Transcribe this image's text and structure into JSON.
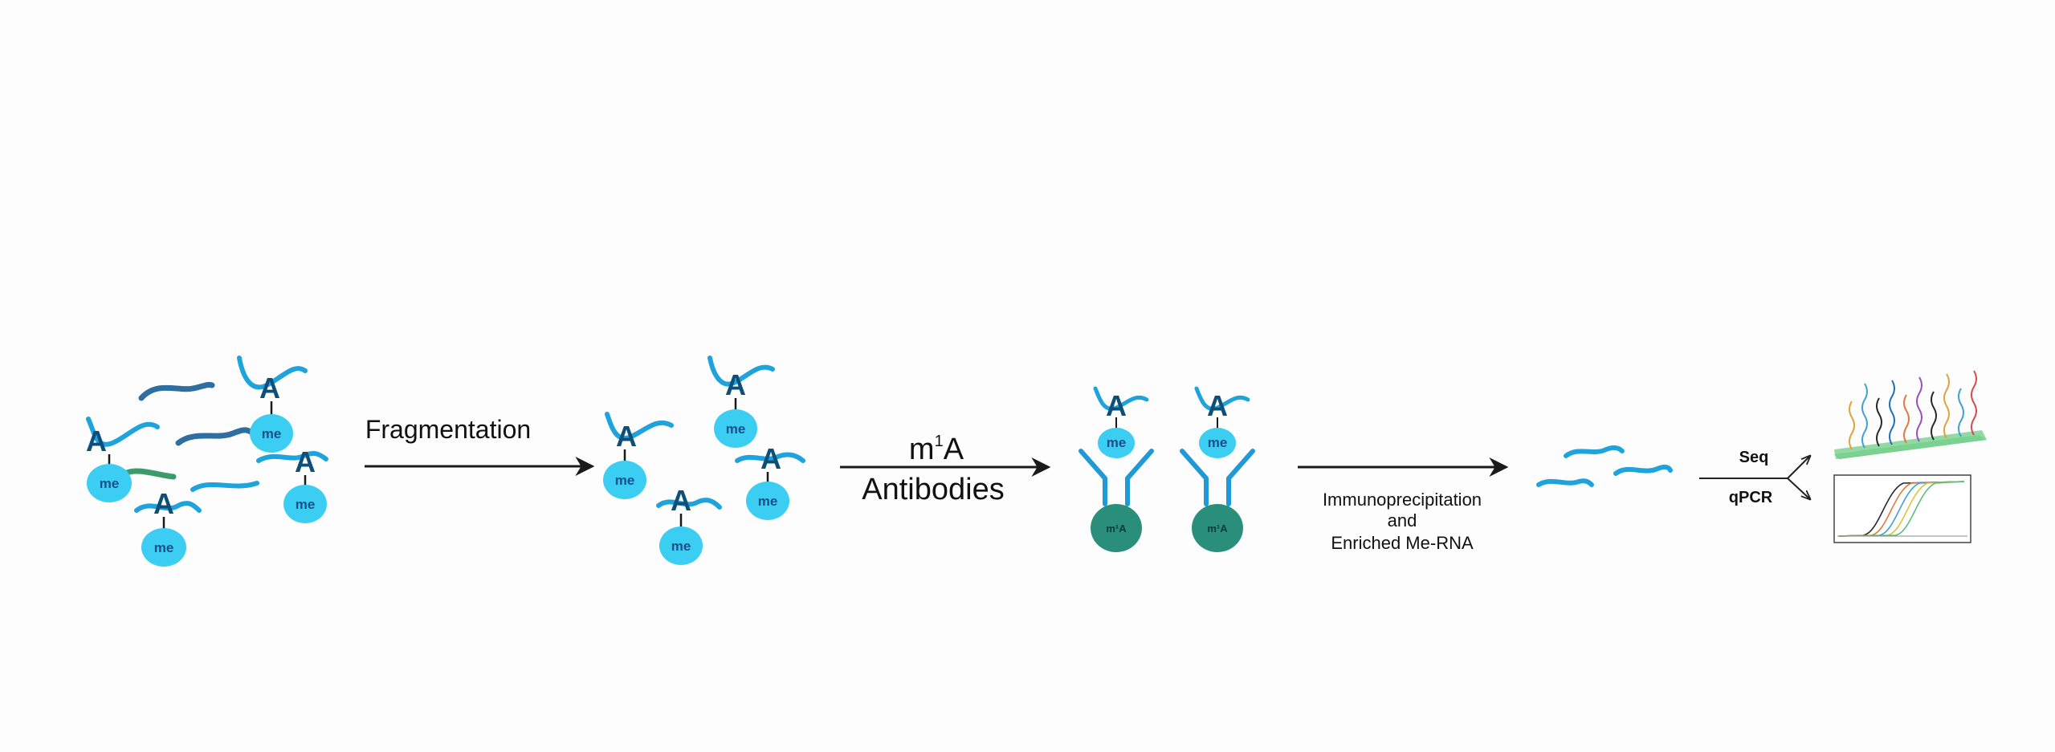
{
  "labels": {
    "fragmentation": "Fragmentation",
    "antibody_line1": "m",
    "antibody_sup": "1",
    "antibody_line1_end": "A",
    "antibody_line2": "Antibodies",
    "ip_line1": "Immunoprecipitation",
    "ip_line2": "and",
    "ip_line3": "Enriched Me-RNA",
    "seq": "Seq",
    "qpcr": "qPCR"
  },
  "glyphs": {
    "base": "A",
    "methyl": "me",
    "antibody_target": "m¹A"
  },
  "colors": {
    "rna_light": "#1fa3dc",
    "rna_dark": "#2f6ea0",
    "rna_green": "#3f9a6b",
    "methyl_ball": "#3ccdf2",
    "antibody": "#1f9ad6",
    "bead": "#2a8f7a",
    "arrow": "#1a1a1a",
    "chip": "#5fbf7a"
  }
}
